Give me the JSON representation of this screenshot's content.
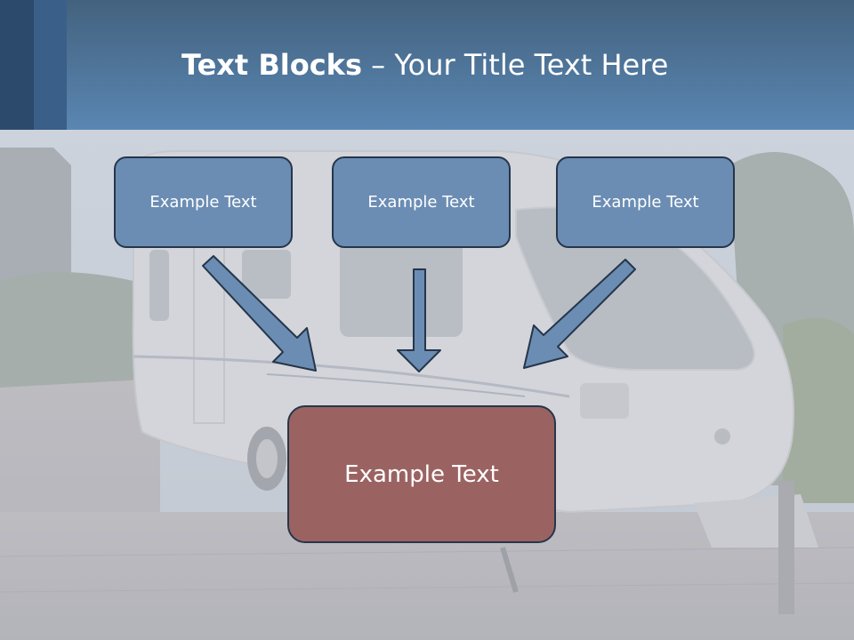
{
  "slide": {
    "title_bold": "Text Blocks",
    "title_separator": " – ",
    "title_rest": "Your Title Text Here",
    "top_boxes": [
      "Example Text",
      "Example Text",
      "Example Text"
    ],
    "bottom_box": "Example Text"
  },
  "colors": {
    "header": "#5a86b2",
    "header_dark_stripe": "#2c4a6c",
    "box_blue": "#6b8db4",
    "box_red": "#9a6362",
    "box_border": "#26364a",
    "arrow_fill": "#6b8db4"
  },
  "icons": {
    "background": "caravan-photo",
    "arrows": [
      "arrow-down-right-icon",
      "arrow-down-icon",
      "arrow-down-left-icon"
    ]
  }
}
